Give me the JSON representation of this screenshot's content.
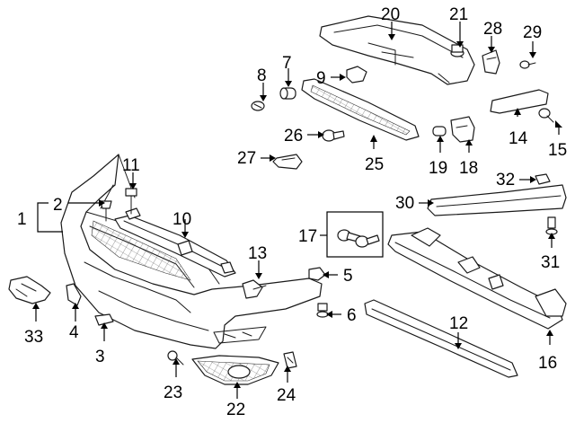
{
  "callouts": [
    "1",
    "2",
    "3",
    "4",
    "5",
    "6",
    "7",
    "8",
    "9",
    "10",
    "11",
    "12",
    "13",
    "14",
    "15",
    "16",
    "17",
    "18",
    "19",
    "20",
    "21",
    "22",
    "23",
    "24",
    "25",
    "26",
    "27",
    "28",
    "29",
    "30",
    "31",
    "32",
    "33"
  ]
}
